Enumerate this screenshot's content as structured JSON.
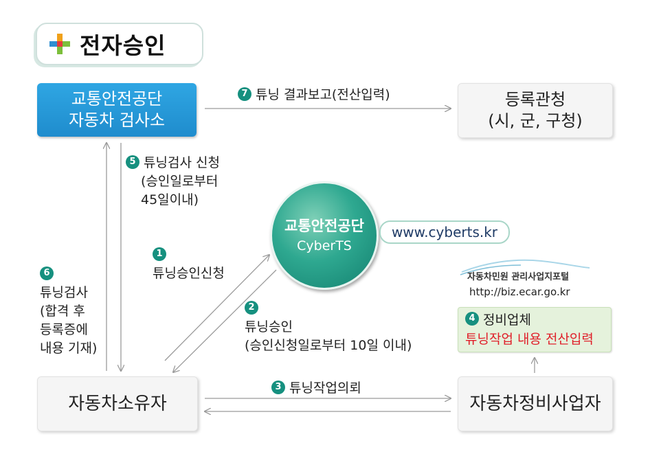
{
  "title": "전자승인",
  "boxes": {
    "inspection": {
      "line1": "교통안전공단",
      "line2": "자동차 검사소"
    },
    "registry": {
      "line1": "등록관청",
      "line2": "(시, 군, 구청)"
    },
    "owner": {
      "label": "자동차소유자"
    },
    "shop": {
      "label": "자동차정비사업자"
    },
    "repair": {
      "num": "4",
      "line1": "정비업체",
      "line2": "튜닝작업 내용 전산입력"
    }
  },
  "center": {
    "line1": "교통안전공단",
    "line2": "CyberTS",
    "url": "www.cyberts.kr"
  },
  "portal": {
    "name": "자동차민원 관리사업지포털",
    "url": "http://biz.ecar.go.kr"
  },
  "steps": {
    "s1": {
      "num": "1",
      "text": "튜닝승인신청"
    },
    "s2": {
      "num": "2",
      "line1": "튜닝승인",
      "line2": "(승인신청일로부터 10일 이내)"
    },
    "s3": {
      "num": "3",
      "text": "튜닝작업의뢰"
    },
    "s5": {
      "num": "5",
      "line1": "튜닝검사 신청",
      "line2": "(승인일로부터",
      "line3": "45일이내)"
    },
    "s6": {
      "num": "6",
      "line1": "튜닝검사",
      "line2": "(합격 후",
      "line3": "등록증에",
      "line4": "내용 기재)"
    },
    "s7": {
      "num": "7",
      "text": "튜닝 결과보고(전산입력)"
    }
  },
  "colors": {
    "blue_box": "#1f8ccd",
    "circle": "#2ea890",
    "step_badge": "#16907f",
    "highlight_red": "#e0202a",
    "green_box": "#e5f2dc"
  }
}
